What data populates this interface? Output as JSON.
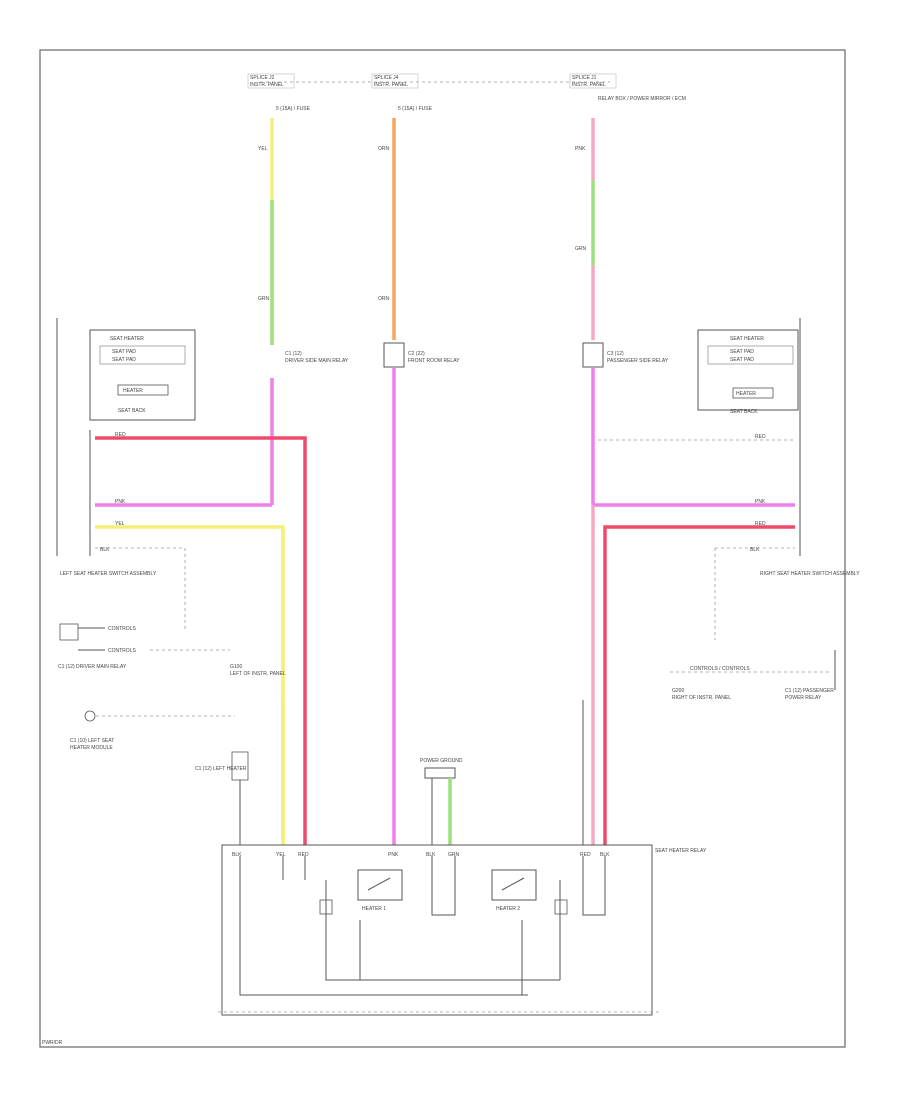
{
  "page_tag": "PWR/DR",
  "top_splices": [
    {
      "line1": "SPLICE J2",
      "line2": "INSTR. PANEL"
    },
    {
      "line1": "SPLICE J4",
      "line2": "INSTR. PANEL"
    },
    {
      "line1": "SPLICE J1",
      "line2": "INSTR. PANEL"
    }
  ],
  "columns": [
    {
      "top_note": "5 (15A) / FUSE",
      "wire_top": "YEL",
      "wire_mid": "GRN",
      "connector": "C1 (12)",
      "connector_desc": "DRIVER SIDE MAIN RELAY"
    },
    {
      "top_note": "5 (15A) / FUSE",
      "wire_top": "ORN",
      "wire_mid": "ORN",
      "connector": "C2 (22)",
      "connector_desc": "FRONT ROOM RELAY"
    },
    {
      "top_note": "RELAY BOX / POWER MIRROR / ECM",
      "wire_top": "PNK",
      "wire_mid": "GRN",
      "connector": "C3 (12)",
      "connector_desc": "PASSENGER SIDE RELAY"
    }
  ],
  "left_module": {
    "header": "SEAT HEATER",
    "rows": [
      "SEAT PAD",
      "SEAT PAD"
    ],
    "button": "HEATER",
    "sub": "SEAT BACK",
    "name": "LEFT SEAT HEATER SWITCH ASSEMBLY",
    "pins": [
      "RED",
      "PNK",
      "YEL",
      "BLK"
    ]
  },
  "right_module": {
    "header": "SEAT HEATER",
    "rows": [
      "SEAT PAD",
      "SEAT PAD"
    ],
    "button": "HEATER",
    "sub": "SEAT BACK",
    "name": "RIGHT SEAT HEATER SWITCH ASSEMBLY",
    "pins": [
      "RED",
      "PNK",
      "RED",
      "BLK"
    ]
  },
  "left_notes": [
    "CONTROLS",
    "CONTROLS",
    "C1 (12) DRIVER MAIN RELAY",
    "G100",
    "LEFT OF INSTR. PANEL",
    "C1 (10) LEFT SEAT",
    "HEATER MODULE",
    "C1 (12) LEFT HEATER"
  ],
  "right_notes": [
    "CONTROLS / CONTROLS",
    "G200",
    "RIGHT OF INSTR. PANEL",
    "C1 (12) PASSENGER",
    "POWER RELAY"
  ],
  "ground": {
    "label": "POWER GROUND"
  },
  "bottom_module": {
    "name": "SEAT HEATER RELAY",
    "switch1": "HEATER 1",
    "switch2": "HEATER 2",
    "pins_left": [
      "BLK",
      "YEL",
      "RED"
    ],
    "pins_mid": [
      "PNK",
      "BLK",
      "GRN"
    ],
    "pins_right": [
      "RED",
      "BLK"
    ]
  }
}
